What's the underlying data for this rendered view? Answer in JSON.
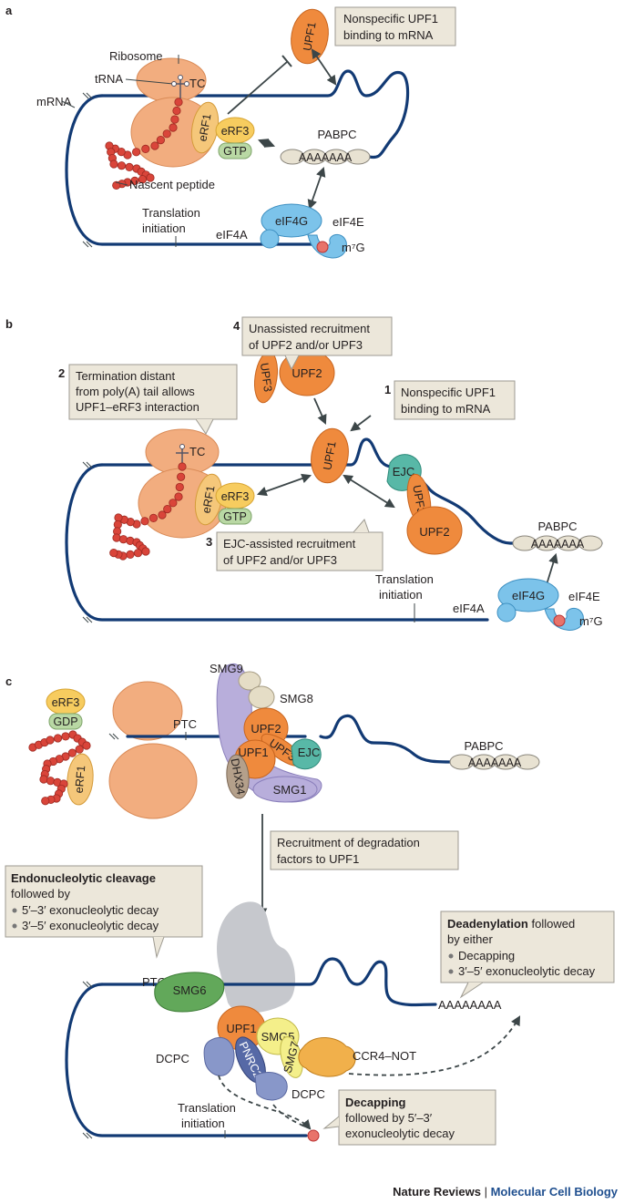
{
  "panels": {
    "a": {
      "letter": "a",
      "box1": [
        "Nonspecific UPF1",
        "binding to mRNA"
      ],
      "labels": {
        "ribosome": "Ribosome",
        "trna": "tRNA",
        "tc": "TC",
        "mrna": "mRNA",
        "erf1": "eRF1",
        "erf3": "eRF3",
        "gtp": "GTP",
        "upf1": "UPF1",
        "pabpc": "PABPC",
        "aa": "AAAAAAA",
        "nascent": "Nascent peptide",
        "transl1": "Translation",
        "transl2": "initiation",
        "eif4g": "eIF4G",
        "eif4e": "eIF4E",
        "eif4a": "eIF4A",
        "m7g": "m⁷G"
      }
    },
    "b": {
      "letter": "b",
      "n1": "1",
      "box1": [
        "Nonspecific UPF1",
        "binding to mRNA"
      ],
      "n2": "2",
      "box2": [
        "Termination distant",
        "from poly(A) tail allows",
        "UPF1–eRF3 interaction"
      ],
      "n3": "3",
      "box3": [
        "EJC-assisted recruitment",
        "of UPF2 and/or UPF3"
      ],
      "n4": "4",
      "box4": [
        "Unassisted recruitment",
        "of UPF2 and/or UPF3"
      ],
      "labels": {
        "tc": "TC",
        "erf1": "eRF1",
        "erf3": "eRF3",
        "gtp": "GTP",
        "upf1": "UPF1",
        "upf2": "UPF2",
        "upf3": "UPF3",
        "ejc": "EJC",
        "pabpc": "PABPC",
        "aa": "AAAAAAA",
        "transl1": "Translation",
        "transl2": "initiation",
        "eif4g": "eIF4G",
        "eif4e": "eIF4E",
        "eif4a": "eIF4A",
        "m7g": "m⁷G"
      }
    },
    "c": {
      "letter": "c",
      "labels": {
        "erf3": "eRF3",
        "gdp": "GDP",
        "erf1": "eRF1",
        "ptc": "PTC",
        "smg9": "SMG9",
        "smg8": "SMG8",
        "upf2": "UPF2",
        "upf3": "UPF3",
        "upf1": "UPF1",
        "ejc": "EJC",
        "dhx34": "DHX34",
        "smg1": "SMG1",
        "pabpc": "PABPC",
        "aa": "AAAAAAA",
        "smg6": "SMG6",
        "smg5": "SMG5",
        "smg7": "SMG7",
        "pnrc2": "PNRC2",
        "dcpc": "DCPC",
        "ccr4": "CCR4–NOT",
        "polya": "AAAAAAAA",
        "transl1": "Translation",
        "transl2": "initiation"
      },
      "recruit_box": [
        "Recruitment of degradation",
        "factors to UPF1"
      ],
      "endo_box": {
        "title": "Endonucleolytic cleavage",
        "line2": "followed by",
        "items": [
          "5′–3′ exonucleolytic decay",
          "3′–5′ exonucleolytic decay"
        ]
      },
      "dead_box": {
        "title": "Deadenylation",
        "title_rest": " followed",
        "line2": "by either",
        "items": [
          "Decapping",
          "3′–5′ exonucleolytic decay"
        ]
      },
      "decap_box": {
        "title": "Decapping",
        "line2": "followed by 5′–3′",
        "line3": "exonucleolytic decay"
      }
    }
  },
  "footer": {
    "journal": "Nature Reviews",
    "sep": " | ",
    "section": "Molecular Cell Biology"
  },
  "colors": {
    "mrna": "#123a74",
    "ribosome": "#f2ad7f",
    "upf": "#ef8a3d",
    "erf3": "#f7cc5f",
    "gtp": "#b9d8a4",
    "eif": "#7cc3ea",
    "ejc": "#58b8a7",
    "box": "#ece7da",
    "section": "#1f4f8f"
  }
}
